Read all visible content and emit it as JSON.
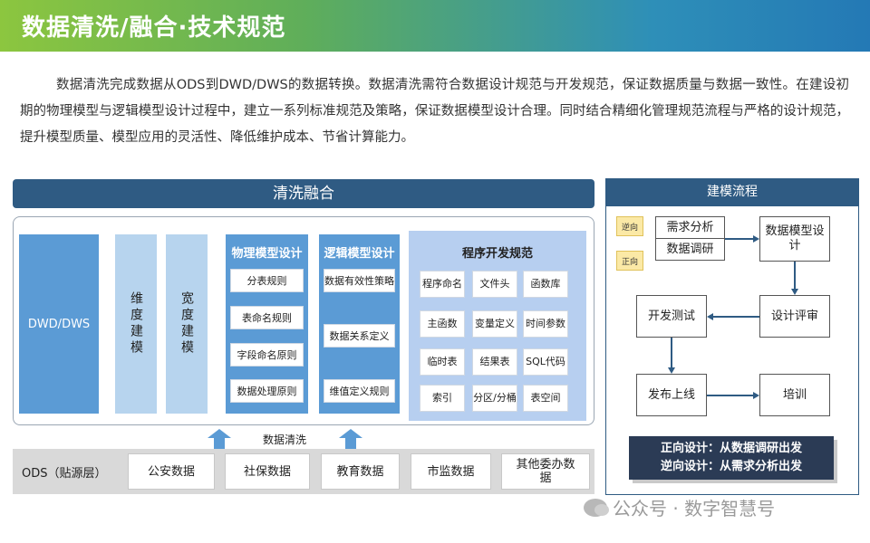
{
  "title": "数据清洗/融合·技术规范",
  "intro": "数据清洗完成数据从ODS到DWD/DWS的数据转换。数据清洗需符合数据设计规范与开发规范，保证数据质量与数据一致性。在建设初期的物理模型与逻辑模型设计过程中，建立一系列标准规范及策略，保证数据模型设计合理。同时结合精细化管理规范流程与严格的设计规范，提升模型质量、模型应用的灵活性、降低维护成本、节省计算能力。",
  "banner": "清洗融合",
  "dwd_label": "DWD/DWS",
  "dimension_modeling": "维度建模",
  "wide_modeling": "宽度建模",
  "physical_model": {
    "title": "物理模型设计",
    "items": [
      "分表规则",
      "表命名规则",
      "字段命名原则",
      "数据处理原则"
    ]
  },
  "logical_model": {
    "title": "逻辑模型设计",
    "items": [
      "数据有效性策略",
      "数据关系定义",
      "维值定义规则"
    ]
  },
  "dev_spec": {
    "title": "程序开发规范",
    "cells": [
      "程序命名",
      "文件头",
      "函数库",
      "主函数",
      "变量定义",
      "时间参数",
      "临时表",
      "结果表",
      "SQL代码",
      "索引",
      "分区/分桶",
      "表空间"
    ]
  },
  "cleaning_label": "数据清洗",
  "ods": {
    "label": "ODS（贴源层）",
    "sources": [
      "公安数据",
      "社保数据",
      "教育数据",
      "市监数据",
      "其他委办数据"
    ]
  },
  "flow": {
    "title": "建模流程",
    "reverse_tag": "逆向",
    "forward_tag": "正向",
    "req_analysis": "需求分析",
    "data_research": "数据调研",
    "data_model_design": "数据模型设计",
    "design_review": "设计评审",
    "dev_test": "开发测试",
    "release": "发布上线",
    "training": "培训",
    "note_forward": "正向设计：从数据调研出发",
    "note_reverse": "逆向设计：从需求分析出发"
  },
  "watermark": "公众号 · 数字智慧号",
  "colors": {
    "accent_dark": "#2f5b83",
    "accent_blue": "#5b9bd5",
    "light_blue": "#b7d4ee"
  }
}
